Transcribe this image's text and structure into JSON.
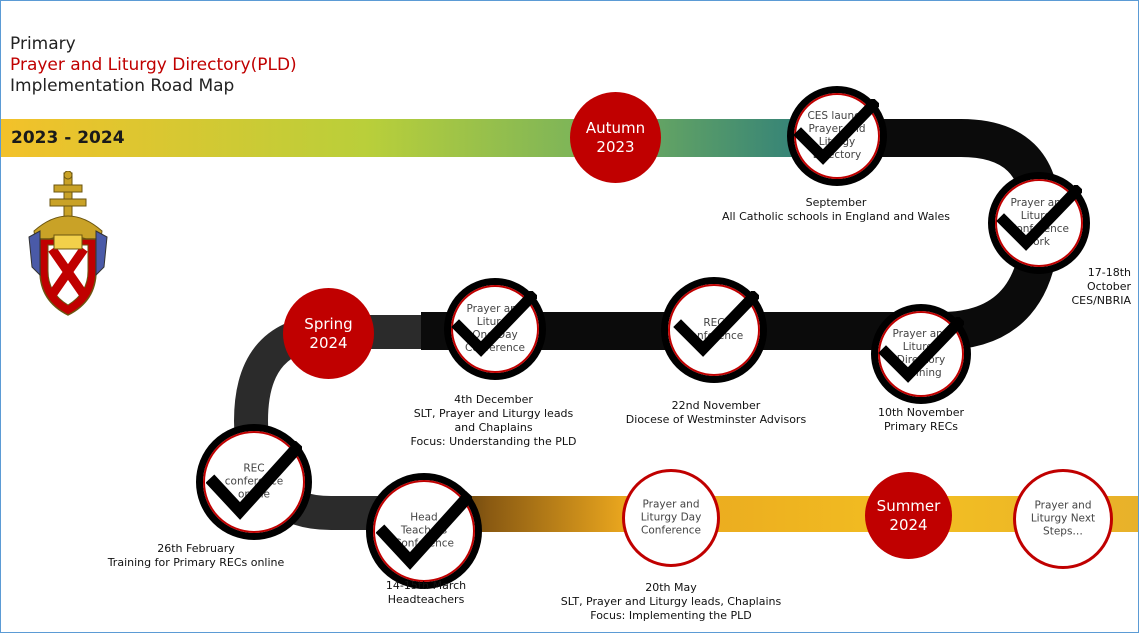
{
  "title": {
    "line1": "Primary",
    "line2": "Prayer and Liturgy Directory(PLD)",
    "line3": "Implementation Road Map"
  },
  "year_label": "2023 - 2024",
  "colors": {
    "accent_red": "#c00000",
    "road": "#000000",
    "band_yellow": "#f0c020",
    "band_green": "#b9cf3a",
    "band_teal": "#3f8f7f"
  },
  "logo": "diocese-crest-icon",
  "seasons": {
    "autumn": "Autumn\n2023",
    "spring": "Spring\n2024",
    "summer": "Summer\n2024"
  },
  "milestones": {
    "ces_launch": {
      "label": "CES launch\nPrayer and\nLiturgy\nDirectory",
      "caption": "September\nAll Catholic schools in England and Wales",
      "completed": true
    },
    "york": {
      "label": "Prayer and\nLiturgy\nConference\nYork",
      "caption": "17-18th\nOctober\nCES/NBRIA",
      "completed": true
    },
    "training": {
      "label": "Prayer and\nLiturgy\nDirectory\nTraining",
      "caption": "10th November\nPrimary RECs",
      "completed": true
    },
    "rec_conference": {
      "label": "REC\nconference",
      "caption": "22nd November\nDiocese of Westminster Advisors",
      "completed": true
    },
    "day_conference_dec": {
      "label": "Prayer and\nLiturgy\nOne Day\nConference",
      "caption": "4th December\nSLT, Prayer and Liturgy leads\nand Chaplains\nFocus: Understanding the PLD",
      "completed": true
    },
    "rec_online": {
      "label": "REC\nconference\nonline",
      "caption": "26th February\nTraining for Primary RECs online",
      "completed": true
    },
    "head_teachers": {
      "label": "Head\nTeachers\nConference",
      "caption": "14-15th March\nHeadteachers",
      "completed": true
    },
    "day_conference_may": {
      "label": "Prayer and\nLiturgy Day\nConference",
      "caption": "20th May\nSLT, Prayer and Liturgy leads, Chaplains\nFocus: Implementing the PLD",
      "completed": false
    },
    "next_steps": {
      "label": "Prayer and\nLiturgy Next\nSteps…",
      "completed": false
    }
  }
}
